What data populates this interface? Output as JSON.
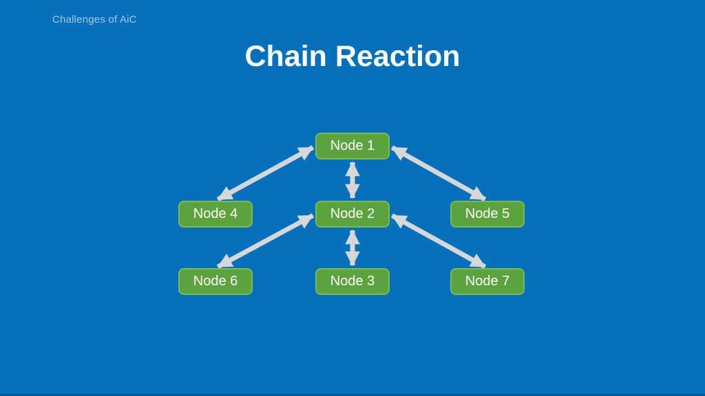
{
  "slide": {
    "header": "Challenges of AiC",
    "title": "Chain Reaction"
  },
  "diagram": {
    "nodes": [
      {
        "id": "node1",
        "label": "Node 1"
      },
      {
        "id": "node2",
        "label": "Node 2"
      },
      {
        "id": "node3",
        "label": "Node 3"
      },
      {
        "id": "node4",
        "label": "Node 4"
      },
      {
        "id": "node5",
        "label": "Node 5"
      },
      {
        "id": "node6",
        "label": "Node 6"
      },
      {
        "id": "node7",
        "label": "Node 7"
      }
    ],
    "edges": [
      {
        "from": "node1",
        "to": "node4"
      },
      {
        "from": "node1",
        "to": "node2"
      },
      {
        "from": "node1",
        "to": "node5"
      },
      {
        "from": "node2",
        "to": "node6"
      },
      {
        "from": "node2",
        "to": "node3"
      },
      {
        "from": "node2",
        "to": "node7"
      }
    ],
    "edge_style": "double-arrow"
  },
  "colors": {
    "background": "#0571bd",
    "header_text": "#a6c8e8",
    "title_text": "#ffffff",
    "node_fill": "#5da33d",
    "node_border": "#7abb55",
    "node_text": "#ffffff",
    "arrow": "#d7d7d7"
  }
}
